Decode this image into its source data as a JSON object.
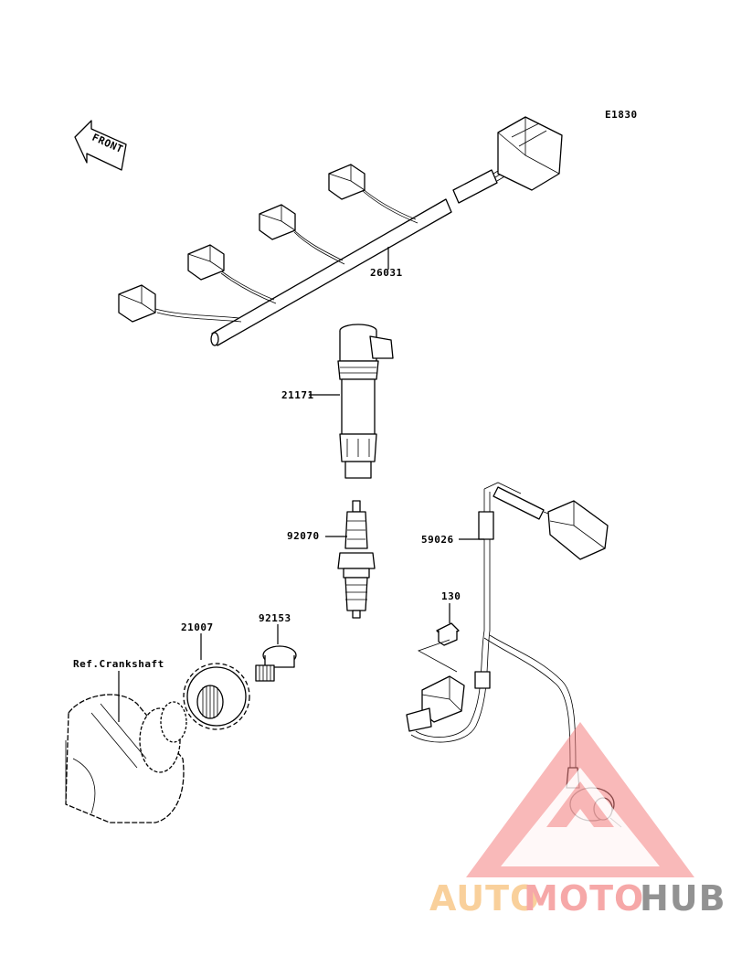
{
  "diagram_code": "E1830",
  "front_label": "FRONT",
  "parts": {
    "harness": "26031",
    "ignition_coil": "21171",
    "spark_plug": "92070",
    "sensor_assembly": "59026",
    "bolt_small": "130",
    "bolt_rotor": "92153",
    "rotor": "21007",
    "crankshaft_ref": "Ref.Crankshaft"
  },
  "watermark": {
    "part1": "AUTO",
    "part2": "MOTO",
    "part3": "HUB",
    "color_light": "#f8c88a",
    "color_mid": "#f59a9a",
    "color_dark": "#808080"
  }
}
